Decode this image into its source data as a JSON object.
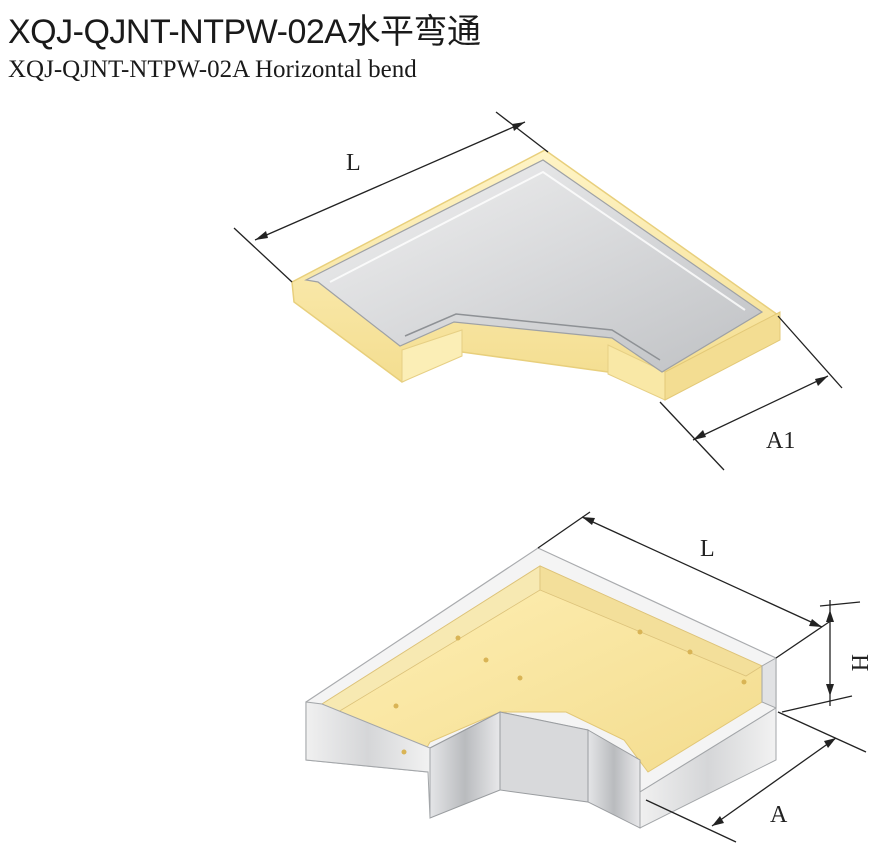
{
  "header": {
    "title_cn": "XQJ-QJNT-NTPW-02A水平弯通",
    "title_en": "XQJ-QJNT-NTPW-02A Horizontal bend"
  },
  "cover_drawing": {
    "length_label": "L",
    "width_label": "A1"
  },
  "tray_drawing": {
    "length_label": "L",
    "height_label": "H",
    "width_label": "A"
  },
  "colors": {
    "edge_yellow": "#f7e6a0",
    "tray_yellow": "#f6e6a6",
    "metal_grey": "#d4d6d8",
    "dim_line": "#222222"
  }
}
